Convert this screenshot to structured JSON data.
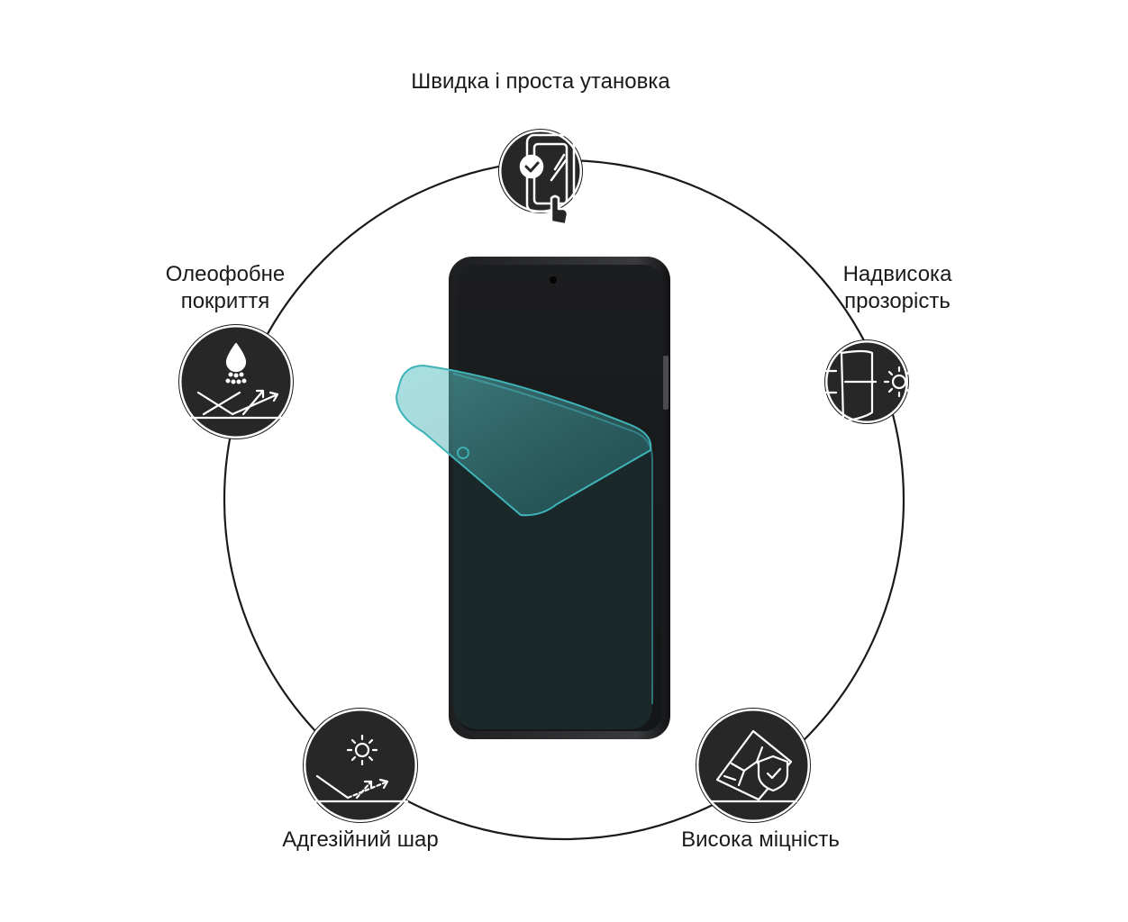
{
  "colors": {
    "background": "#ffffff",
    "ring": "#1a1a1a",
    "badge_fill": "#272727",
    "badge_icon": "#ffffff",
    "phone_body": "#2a2a2c",
    "phone_screen": "#17191a",
    "film_tint": "#3fb4b8"
  },
  "features": [
    {
      "id": "install",
      "lines": [
        "Швидка і проста утановка"
      ],
      "icon": "phone-tap-install-icon"
    },
    {
      "id": "transparency",
      "lines": [
        "Надвисока",
        "прозорість"
      ],
      "icon": "light-transmission-icon"
    },
    {
      "id": "oleophobic",
      "lines": [
        "Олеофобне",
        "покриття"
      ],
      "icon": "water-drop-repel-icon"
    },
    {
      "id": "adhesive",
      "lines": [
        "Адгезійний шар"
      ],
      "icon": "sun-reflection-icon"
    },
    {
      "id": "strength",
      "lines": [
        "Висока міцність"
      ],
      "icon": "shield-crack-icon"
    }
  ]
}
